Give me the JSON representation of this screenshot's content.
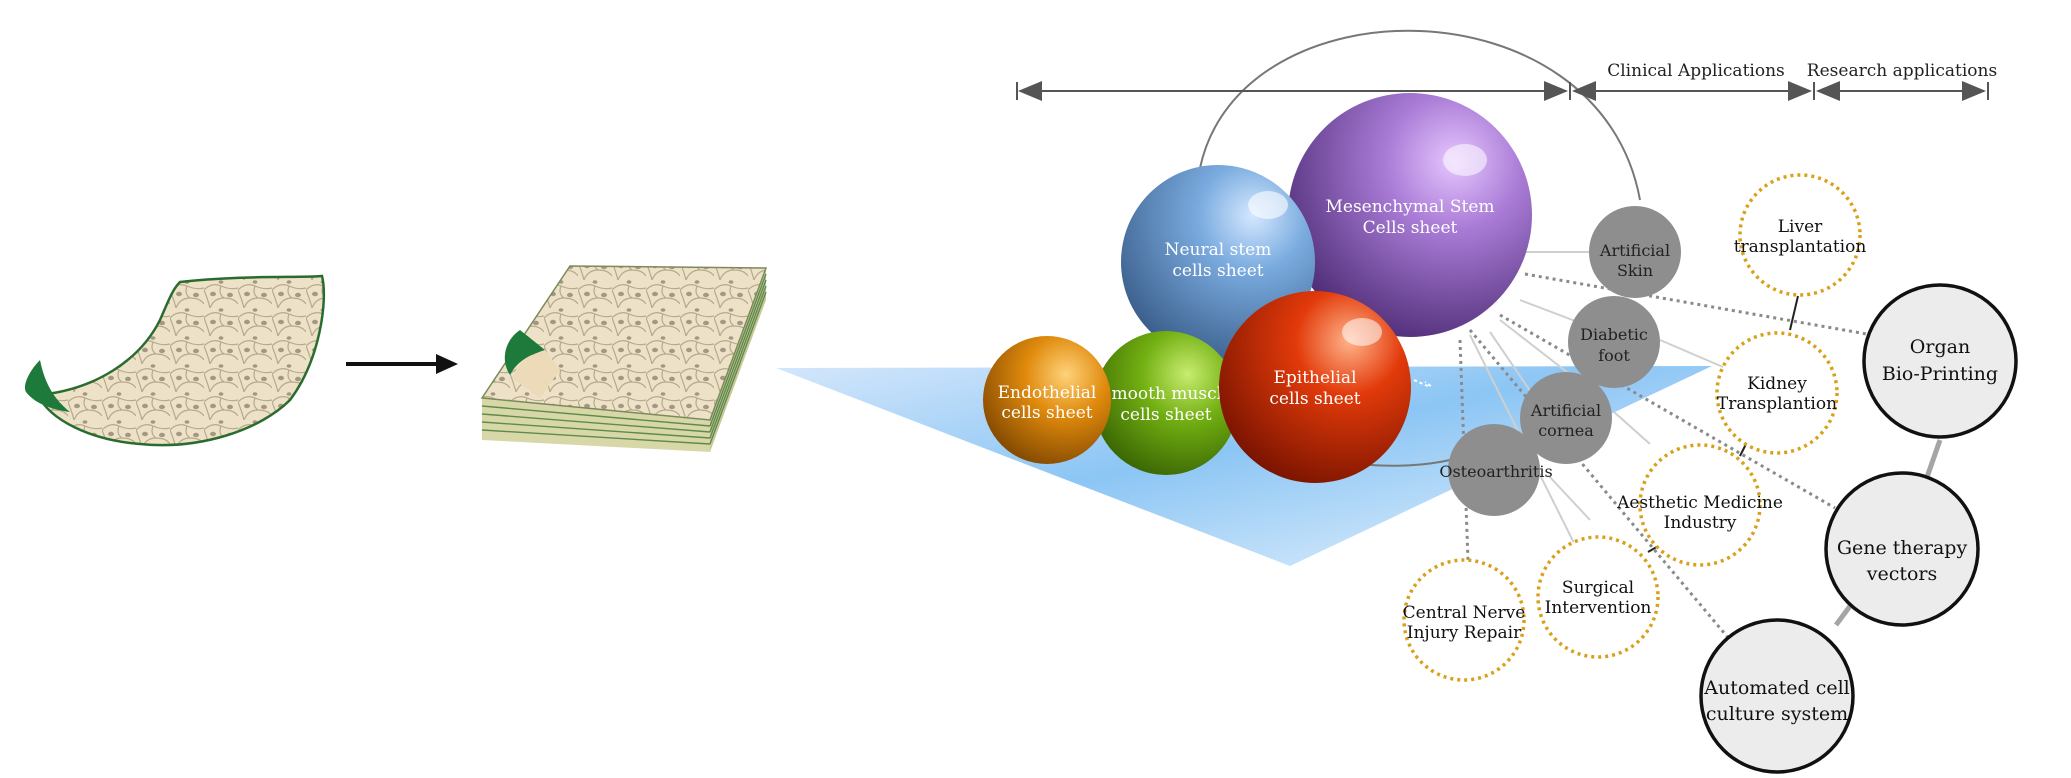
{
  "header": {
    "clinical_label": "Clinical Applications",
    "research_label": "Research applications"
  },
  "cell_sheets": {
    "mesenchymal": [
      "Mesenchymal Stem",
      "Cells sheet"
    ],
    "neural": [
      "Neural stem",
      "cells sheet"
    ],
    "epithelial": [
      "Epithelial",
      "cells sheet"
    ],
    "smooth_muscle": [
      "Smooth muscle",
      "cells sheet"
    ],
    "endothelial": [
      "Endothelial",
      "cells sheet"
    ]
  },
  "clinical_nodes": {
    "artificial_skin": [
      "Artificial",
      "Skin"
    ],
    "diabetic_foot": [
      "Diabetic",
      "foot"
    ],
    "artificial_cornea": [
      "Artificial",
      "cornea"
    ],
    "osteoarthritis": [
      "Osteoarthritis"
    ]
  },
  "applications": {
    "liver": [
      "Liver",
      "transplantation"
    ],
    "kidney": [
      "Kidney",
      "Transplantion"
    ],
    "aesthetic": [
      "Aesthetic Medicine",
      "Industry"
    ],
    "surgical": [
      "Surgical",
      "Intervention"
    ],
    "cns": [
      "Central Nerve",
      "Injury Repair"
    ]
  },
  "research": {
    "organ": [
      "Organ",
      "Bio-Printing"
    ],
    "gene": [
      "Gene therapy",
      "vectors"
    ],
    "automated": [
      "Automated cell",
      "culture system"
    ]
  },
  "colors": {
    "mesenchymal": "#7b4fa8",
    "neural": "#5b8fc4",
    "epithelial": "#d42a00",
    "smooth_muscle": "#5c9a08",
    "endothelial": "#d07a00",
    "clinical_node": "#8e8e8e",
    "application_ring": "#d9a11a",
    "research_fill": "#ececec",
    "sheet_green": "#1e7a3a",
    "sheet_tan": "#e8dcc0"
  },
  "icons": [
    "cell-sheet-icon",
    "right-arrow-icon",
    "stacked-cell-sheets-icon",
    "scale-arrow-icon"
  ]
}
